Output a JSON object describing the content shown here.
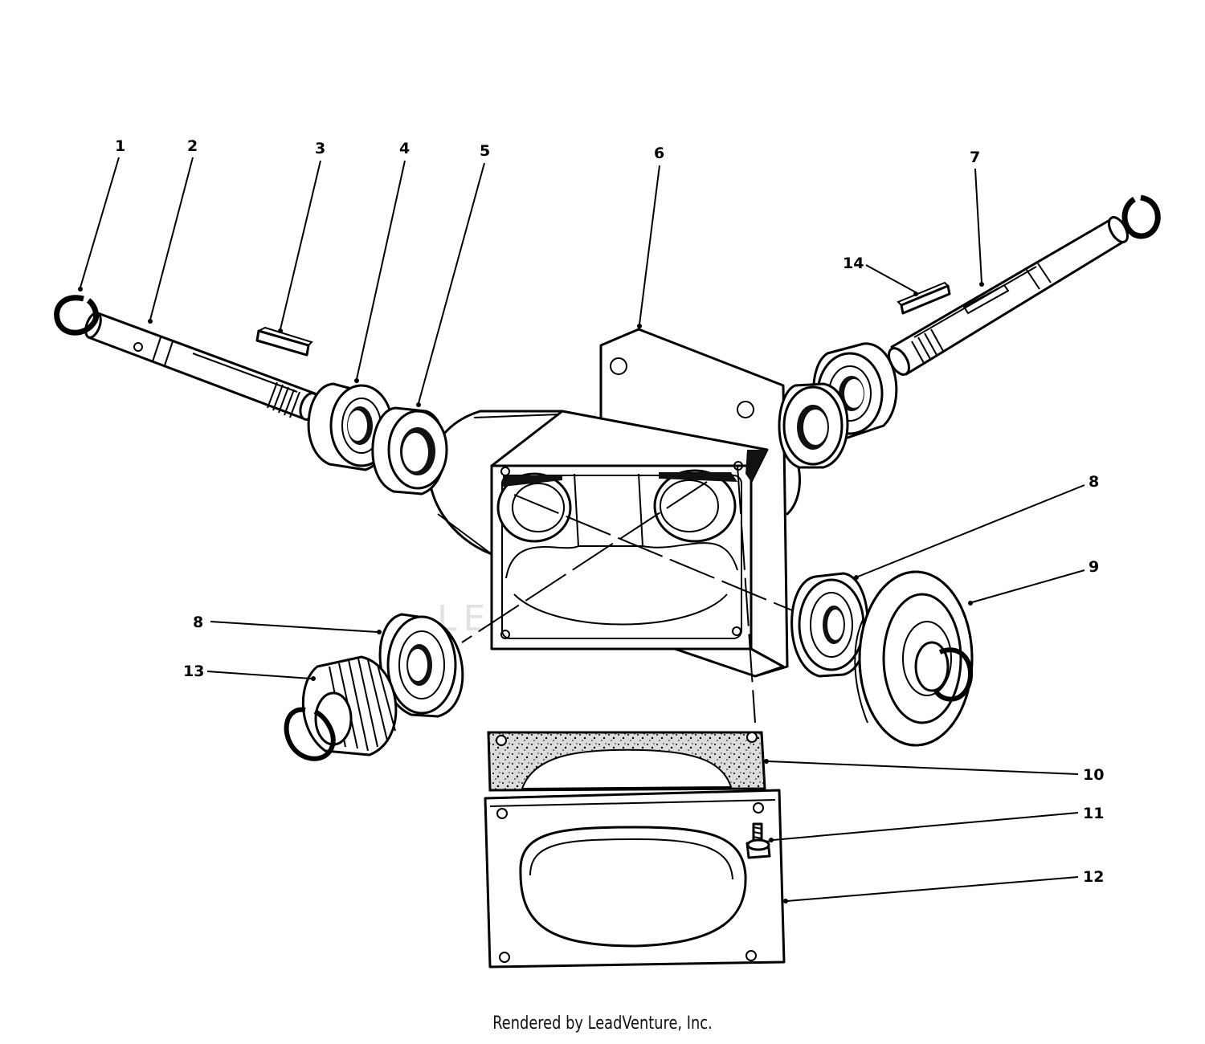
{
  "diagram": {
    "callouts": [
      {
        "id": "c1",
        "label": "1"
      },
      {
        "id": "c2",
        "label": "2"
      },
      {
        "id": "c3",
        "label": "3"
      },
      {
        "id": "c4",
        "label": "4"
      },
      {
        "id": "c5",
        "label": "5"
      },
      {
        "id": "c6",
        "label": "6"
      },
      {
        "id": "c7",
        "label": "7"
      },
      {
        "id": "c14",
        "label": "14"
      },
      {
        "id": "c8a",
        "label": "8"
      },
      {
        "id": "c9",
        "label": "9"
      },
      {
        "id": "c8b",
        "label": "8"
      },
      {
        "id": "c13",
        "label": "13"
      },
      {
        "id": "c10",
        "label": "10"
      },
      {
        "id": "c11",
        "label": "11"
      },
      {
        "id": "c12",
        "label": "12"
      }
    ],
    "watermark": "LEADVENTURE",
    "footer": "Rendered by LeadVenture, Inc."
  }
}
